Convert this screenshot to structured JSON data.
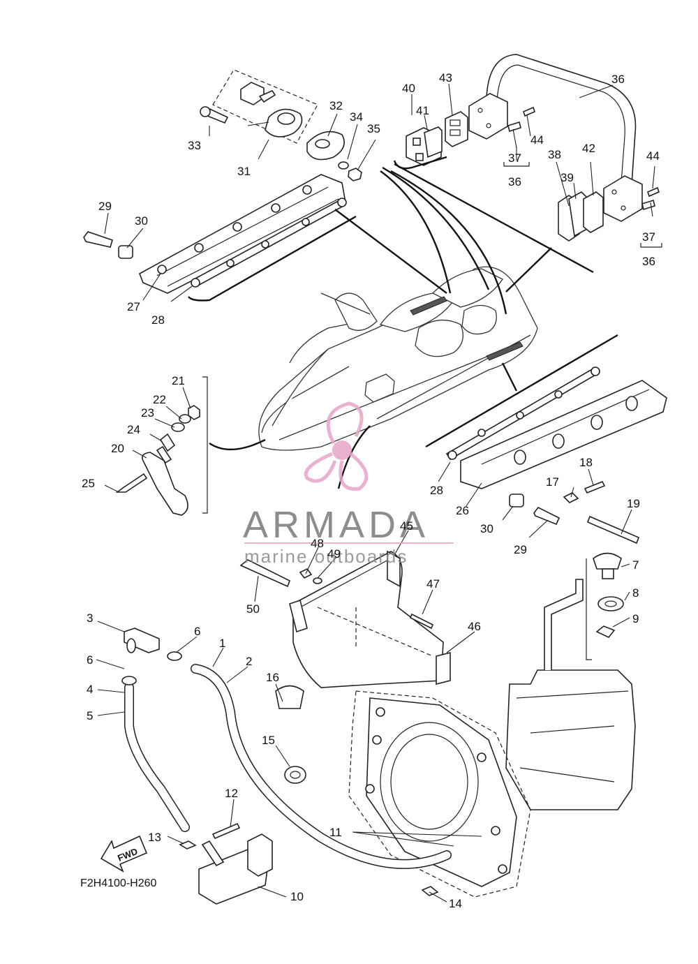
{
  "diagram_code": "F2H4100-H260",
  "fwd_label": "FWD",
  "watermark": {
    "brand": "ARMADA",
    "tagline": "marine outboards",
    "accent_color": "#e8a4c8",
    "text_color": "#7a7a7a"
  },
  "callouts": {
    "n1": "1",
    "n2": "2",
    "n3": "3",
    "n4": "4",
    "n5": "5",
    "n6a": "6",
    "n6b": "6",
    "n7": "7",
    "n8": "8",
    "n9": "9",
    "n10": "10",
    "n11": "11",
    "n12": "12",
    "n13": "13",
    "n14": "14",
    "n15": "15",
    "n16": "16",
    "n17": "17",
    "n18": "18",
    "n19": "19",
    "n20": "20",
    "n21": "21",
    "n22": "22",
    "n23": "23",
    "n24": "24",
    "n25": "25",
    "n26": "26",
    "n27": "27",
    "n28a": "28",
    "n28b": "28",
    "n29a": "29",
    "n29b": "29",
    "n30a": "30",
    "n30b": "30",
    "n31": "31",
    "n32": "32",
    "n33": "33",
    "n34": "34",
    "n35": "35",
    "n36a": "36",
    "n36b": "36",
    "n36c": "36",
    "n37a": "37",
    "n37b": "37",
    "n38": "38",
    "n39": "39",
    "n40": "40",
    "n41": "41",
    "n42": "42",
    "n43": "43",
    "n44a": "44",
    "n44b": "44",
    "n45": "45",
    "n46": "46",
    "n47": "47",
    "n48": "48",
    "n49": "49",
    "n50": "50"
  }
}
